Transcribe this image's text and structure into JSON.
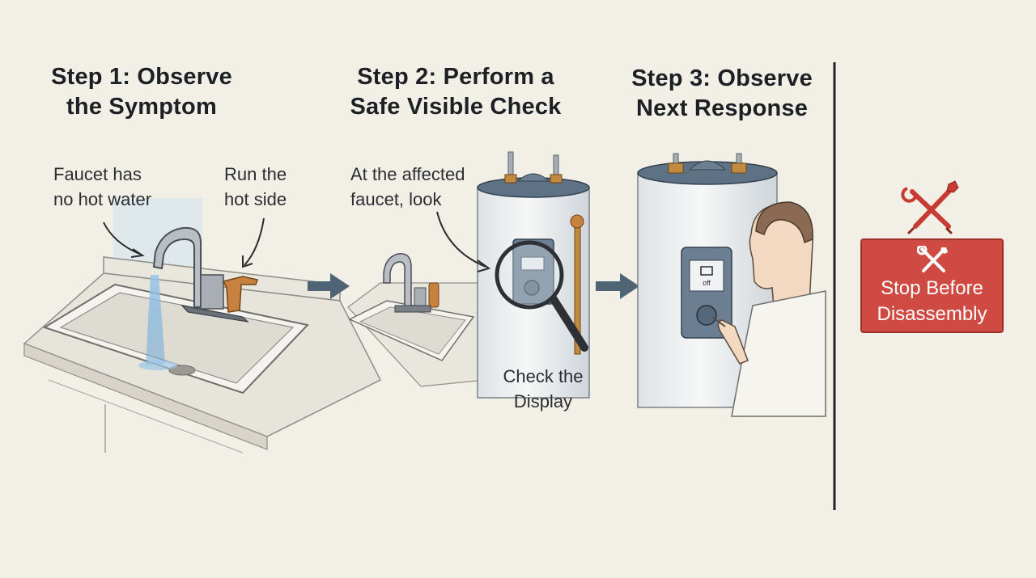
{
  "steps": [
    {
      "title_line1": "Step 1: Observe",
      "title_line2": "the Symptom"
    },
    {
      "title_line1": "Step 2: Perform a",
      "title_line2": "Safe Visible Check"
    },
    {
      "title_line1": "Step 3: Observe",
      "title_line2": "Next Response"
    }
  ],
  "annotations": {
    "faucet_symptom": {
      "line1": "Faucet has",
      "line2": "no hot water"
    },
    "run_hot": {
      "line1": "Run the",
      "line2": "hot side"
    },
    "affected_faucet": {
      "line1": "At the affected",
      "line2": "faucet, look"
    },
    "check_display": {
      "line1": "Check the",
      "line2": "Display"
    }
  },
  "display_readout": "off",
  "stop_box": {
    "line1": "Stop Before",
    "line2": "Disassembly"
  },
  "colors": {
    "stop_red": "#cf4a42",
    "arrow_blue": "#4f6475",
    "background": "#f2efe6"
  },
  "icons": [
    "no-tools-icon",
    "tools-icon",
    "magnifier-icon",
    "arrow-right-icon"
  ]
}
